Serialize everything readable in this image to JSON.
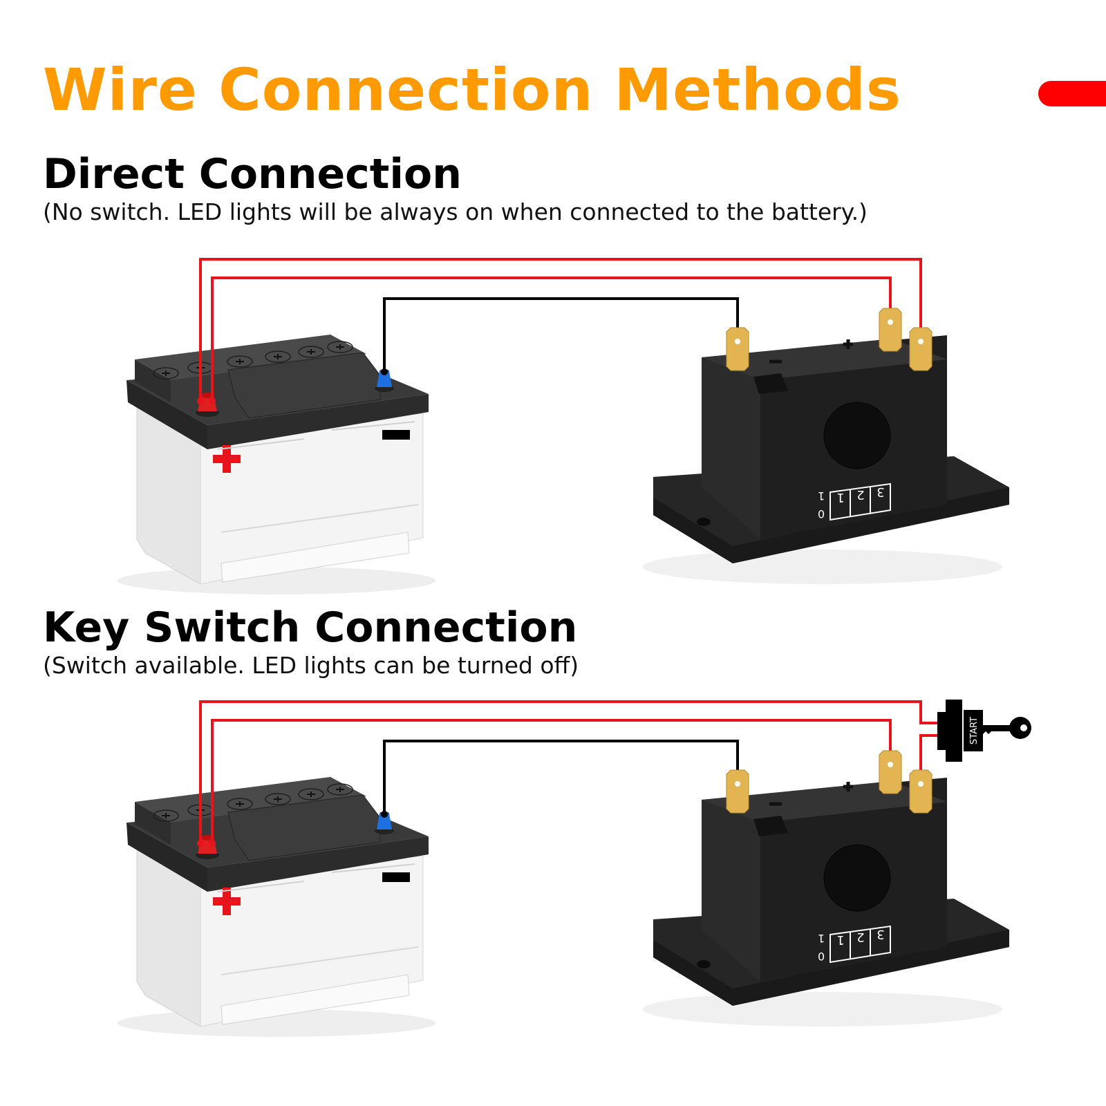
{
  "page": {
    "title": "Wire Connection Methods",
    "accent_color": "#ff9a00",
    "bar_color": "#ff0000"
  },
  "sections": [
    {
      "id": "direct",
      "heading": "Direct Connection",
      "subtitle": "(No switch. LED lights will be always on when connected to the battery.)",
      "has_key_switch": false
    },
    {
      "id": "key-switch",
      "heading": "Key Switch Connection",
      "subtitle": "(Switch available. LED lights can be turned off)",
      "has_key_switch": true,
      "switch_label": "START"
    }
  ],
  "controller": {
    "mode_labels": [
      "1",
      "2",
      "3"
    ],
    "position_labels": [
      "0",
      "1"
    ]
  },
  "wire_colors": {
    "positive": "#e8141c",
    "negative": "#000000",
    "positive_terminal": "#e02020",
    "negative_terminal": "#1e6fe0"
  }
}
